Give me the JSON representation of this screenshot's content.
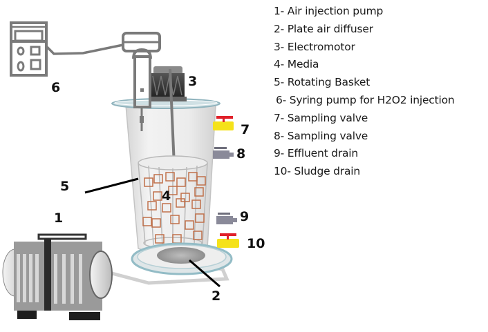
{
  "legend": [
    {
      "number": "1",
      "text": "1- Air injection pump"
    },
    {
      "number": "2",
      "text": "2- Plate air diffuser"
    },
    {
      "number": "3",
      "text": "3- Electromotor"
    },
    {
      "number": "4",
      "text": "4- Media"
    },
    {
      "number": "5",
      "text": "5- Rotating Basket"
    },
    {
      "number": "6",
      "text": "6- Syring pump for H2O2 injection"
    },
    {
      "number": "7",
      "text": "7- Sampling valve"
    },
    {
      "number": "8",
      "text": "8- Sampling valve"
    },
    {
      "number": "9",
      "text": "9- Effluent drain"
    },
    {
      "number": "10",
      "text": "10- Sludge drain"
    }
  ],
  "callouts": {
    "c1": "1",
    "c2": "2",
    "c3": "3",
    "c4": "4",
    "c5": "5",
    "c6": "6",
    "c7": "7",
    "c8": "8",
    "c9": "9",
    "c10": "10"
  },
  "colors": {
    "outline_gray": "#7a7a7a",
    "media_cube": "#c0704a",
    "valve_yellow": "#f5e21a",
    "valve_red": "#e0202a",
    "valve_gray": "#8a8a99",
    "lid_blue": "#a9cfd8",
    "text": "#1a1a1a"
  }
}
